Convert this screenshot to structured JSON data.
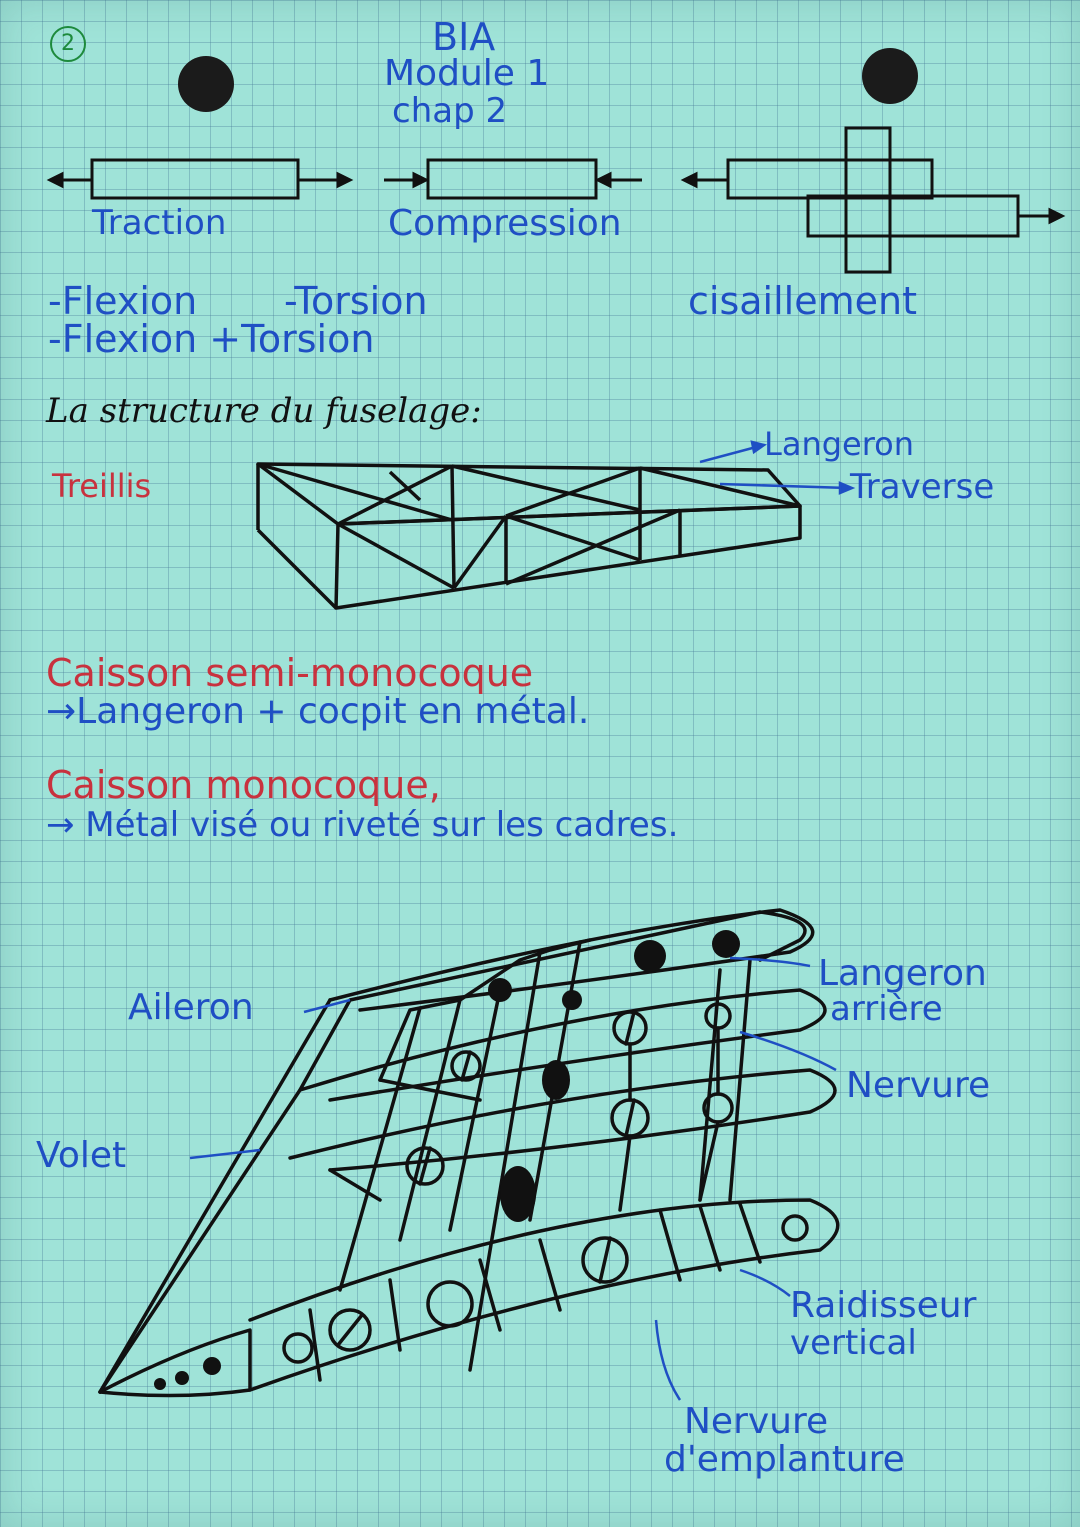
{
  "page_number": "2",
  "header": {
    "line1": "BIA",
    "line2": "Module 1",
    "line3": "chap 2"
  },
  "stresses": {
    "traction": "Traction",
    "compression": "Compression",
    "cisaillement": "cisaillement",
    "flexion": "-Flexion",
    "torsion": "-Torsion",
    "flexion_torsion": "-Flexion +Torsion"
  },
  "fuselage": {
    "heading": "La structure du fuselage:",
    "treillis": "Treillis",
    "langeron": "Langeron",
    "traverse": "Traverse"
  },
  "caissons": {
    "semi_title": "Caisson semi-monocoque",
    "semi_desc": "→Langeron + cocpit en métal.",
    "mono_title": "Caisson monocoque,",
    "mono_desc": "→ Métal visé ou riveté sur les cadres."
  },
  "wing": {
    "aileron": "Aileron",
    "volet": "Volet",
    "langeron_arriere_1": "Langeron",
    "langeron_arriere_2": "arrière",
    "nervure": "Nervure",
    "raidisseur_1": "Raidisseur",
    "raidisseur_2": "vertical",
    "nervure_emplanture_1": "Nervure",
    "nervure_emplanture_2": "d'emplanture"
  },
  "colors": {
    "paper": "#9fe3d8",
    "ink_blue": "#1f4fc4",
    "ink_red": "#c8323e",
    "ink_black": "#111111",
    "ink_green": "#1d8a3c"
  }
}
